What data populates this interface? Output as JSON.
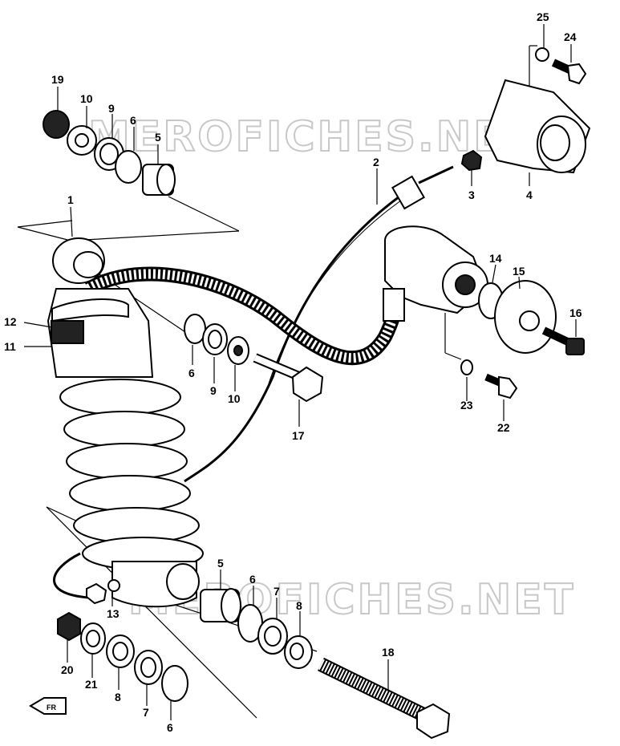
{
  "watermark": "MEROFICHES.NET",
  "fr_label": "FR",
  "callouts": {
    "c1": "1",
    "c2": "2",
    "c3": "3",
    "c4": "4",
    "c5a": "5",
    "c5b": "5",
    "c6a": "6",
    "c6b": "6",
    "c6c": "6",
    "c6d": "6",
    "c7a": "7",
    "c7b": "7",
    "c8a": "8",
    "c8b": "8",
    "c9a": "9",
    "c9b": "9",
    "c10a": "10",
    "c10b": "10",
    "c11": "11",
    "c12": "12",
    "c13": "13",
    "c14": "14",
    "c15": "15",
    "c16": "16",
    "c17": "17",
    "c18": "18",
    "c19": "19",
    "c20": "20",
    "c21": "21",
    "c22": "22",
    "c23": "23",
    "c24": "24",
    "c25": "25"
  }
}
